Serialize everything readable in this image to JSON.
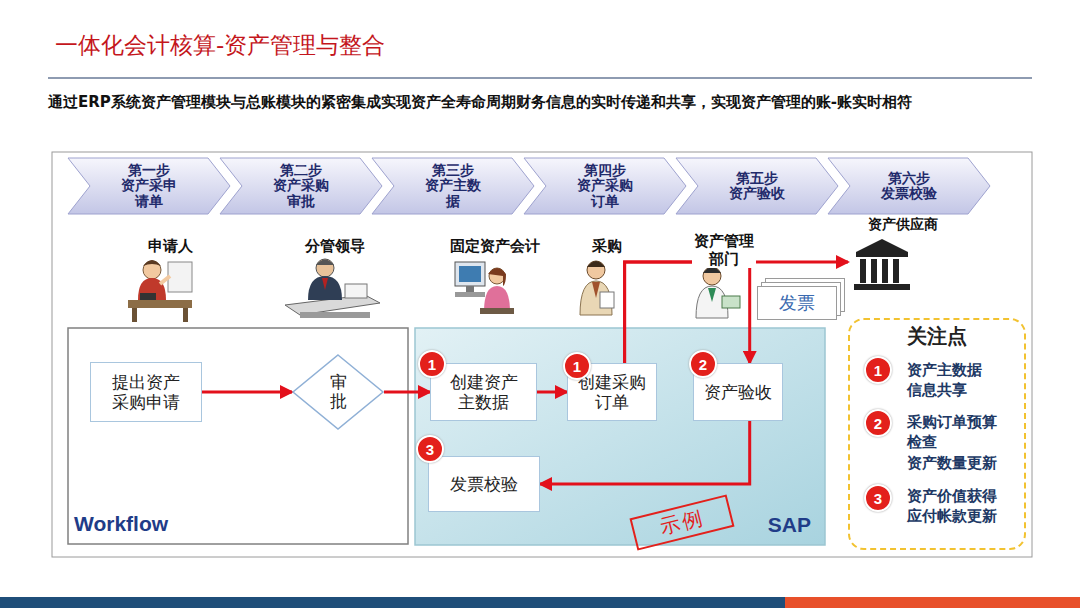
{
  "diagram": {
    "title": "一体化会计核算-资产管理与整合",
    "nodes": [
      {
        "text": [
          "第一步 资产采申 请单"
        ]
      },
      {
        "text": [
          "第二步 资产采购 审批"
        ]
      },
      {
        "text": [
          "第三步 资产主数 据"
        ]
      },
      {
        "text": [
          "第四步 资产采购 订单"
        ]
      },
      {
        "text": [
          "第五步 资产验收"
        ]
      },
      {
        "text": [
          "第六步 发票校验"
        ]
      },
      {
        "text": [
          "资产供应商"
        ]
      },
      {
        "text": [
          "发票"
        ]
      },
      {
        "text": [
          "Workflow"
        ]
      },
      {
        "text": [
          "提出资产 采购申请"
        ],
        "in": 8
      },
      {
        "text": [
          "审批"
        ],
        "in": 8
      },
      {
        "text": [
          "SAP"
        ]
      },
      {
        "text": [
          "创建资产 主数据"
        ],
        "in": 11
      },
      {
        "text": [
          "创建采购 订单"
        ],
        "in": 11
      },
      {
        "text": [
          "资产验收"
        ],
        "in": 11
      },
      {
        "text": [
          "发票校验"
        ],
        "in": 11
      },
      {
        "text": [
          "关注点",
          "资产主数据 信息共享",
          "采购订单预算 检查 资产数量更新",
          "资产价值获得 应付帐款更新"
        ]
      }
    ],
    "edges": [
      {
        "from": 9,
        "to": 10,
        "arrow": "to"
      },
      {
        "from": 10,
        "to": 12,
        "arrow": "to"
      },
      {
        "from": 12,
        "to": 13,
        "arrow": "to"
      },
      {
        "from": 13,
        "to": 6,
        "arrow": "to"
      },
      {
        "from": 13,
        "to": 14,
        "arrow": "to"
      },
      {
        "from": 14,
        "to": 15,
        "arrow": "to"
      }
    ],
    "labels": [
      "通过ERP系统资产管理模块与总账模块的紧密集成实现资产全寿命周期财务信息的实时传递和共享，实现资产管理的账-账实时相符",
      "申请人",
      "分管领导",
      "固定资产会计",
      "采购",
      "资产管理 部门",
      "1",
      "1",
      "2",
      "3",
      "1",
      "2",
      "3",
      "示例"
    ]
  }
}
